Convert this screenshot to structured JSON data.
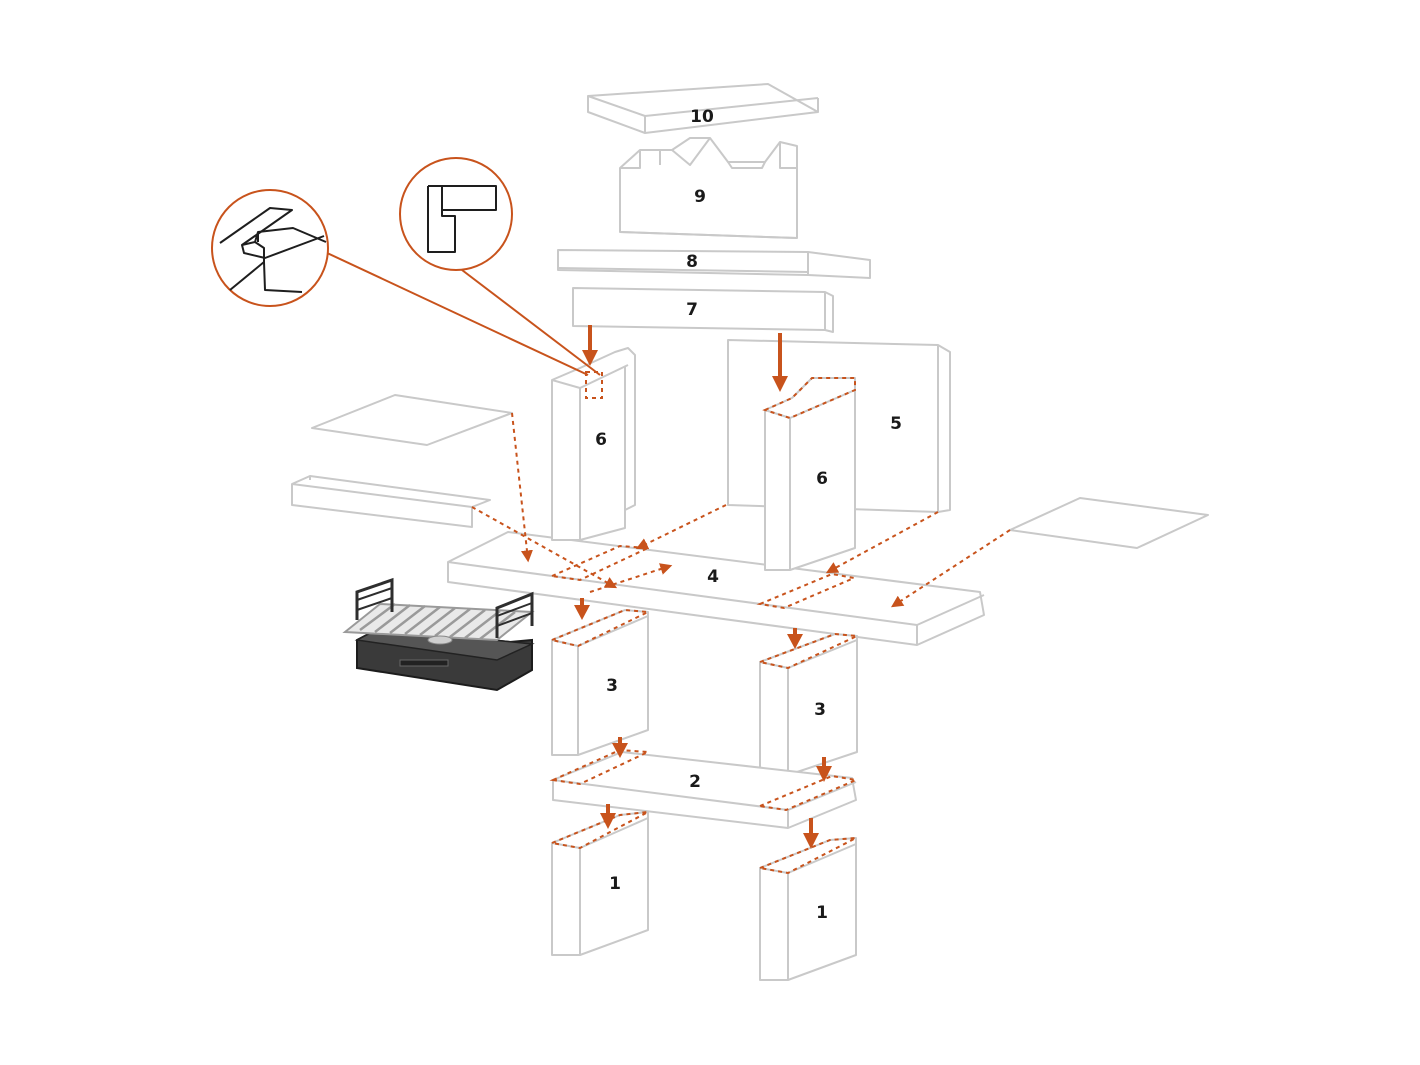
{
  "parts": [
    {
      "id": "part-10",
      "label": "10"
    },
    {
      "id": "part-9",
      "label": "9"
    },
    {
      "id": "part-8",
      "label": "8"
    },
    {
      "id": "part-7",
      "label": "7"
    },
    {
      "id": "part-6-left",
      "label": "6"
    },
    {
      "id": "part-6-right",
      "label": "6"
    },
    {
      "id": "part-5",
      "label": "5"
    },
    {
      "id": "part-4",
      "label": "4"
    },
    {
      "id": "part-3-left",
      "label": "3"
    },
    {
      "id": "part-3-right",
      "label": "3"
    },
    {
      "id": "part-2",
      "label": "2"
    },
    {
      "id": "part-1-left",
      "label": "1"
    },
    {
      "id": "part-1-right",
      "label": "1"
    }
  ],
  "colors": {
    "accent": "#c8531c",
    "outline": "#c9c9c9",
    "ink": "#1a1a1a"
  },
  "callouts": [
    "lap-joint-detail-icon",
    "corner-joint-detail-icon"
  ],
  "accessory": "grill-icon"
}
